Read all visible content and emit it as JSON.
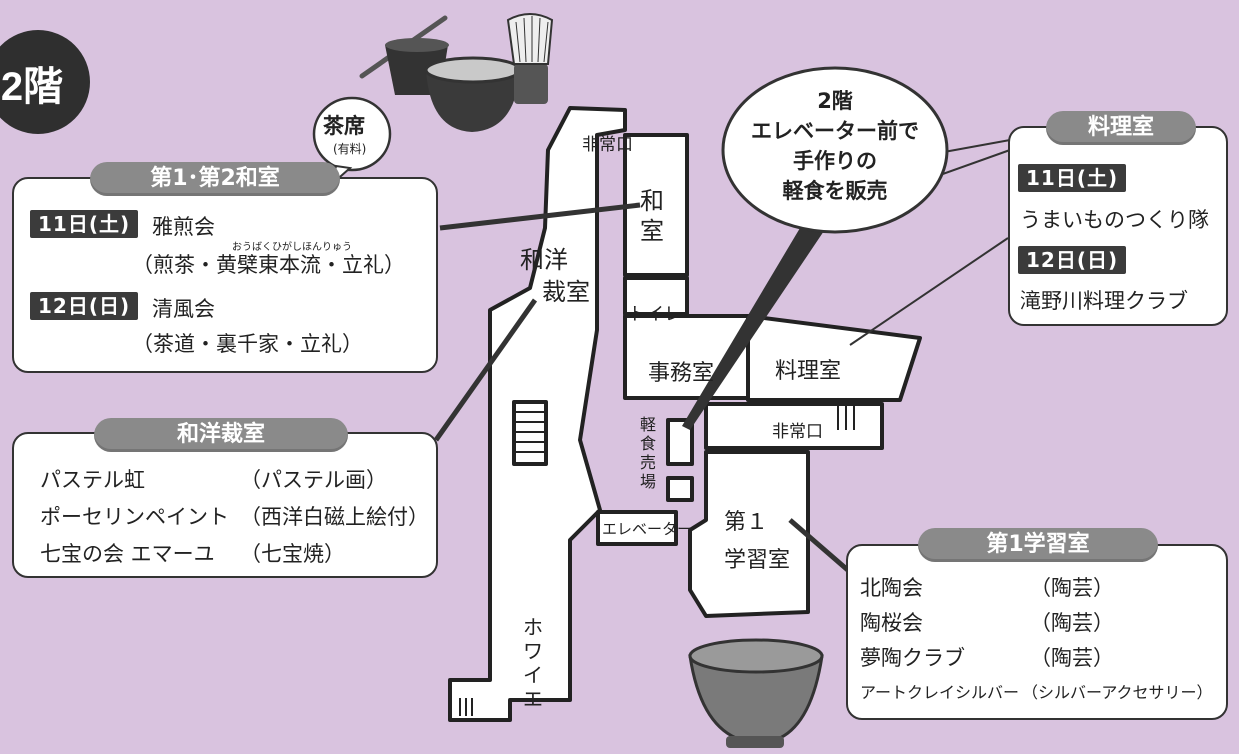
{
  "floor_badge": "2階",
  "chaseki": {
    "main": "茶席",
    "sub": "(有料)"
  },
  "panels": {
    "washitsu": {
      "title": "第1･第2和室",
      "rows": [
        {
          "day": "11日(土)",
          "group": "雅煎会",
          "ruby": "おうばくひがしほんりゅう",
          "detail": "（煎茶・黄檗東本流・立礼）"
        },
        {
          "day": "12日(日)",
          "group": "清風会",
          "detail": "（茶道・裏千家・立礼）"
        }
      ]
    },
    "wayou": {
      "title": "和洋裁室",
      "rows": [
        {
          "group": "パステル虹",
          "detail": "（パステル画）"
        },
        {
          "group": "ポーセリンペイント",
          "detail": "（西洋白磁上絵付）"
        },
        {
          "group": "七宝の会 エマーユ",
          "detail": "（七宝焼）"
        }
      ]
    },
    "ryouri": {
      "title": "料理室",
      "rows": [
        {
          "day": "11日(土)",
          "group": "うまいものつくり隊"
        },
        {
          "day": "12日(日)",
          "group": "滝野川料理クラブ"
        }
      ]
    },
    "gakushu": {
      "title": "第1学習室",
      "rows": [
        {
          "group": "北陶会",
          "detail": "（陶芸）"
        },
        {
          "group": "陶桜会",
          "detail": "（陶芸）"
        },
        {
          "group": "夢陶クラブ",
          "detail": "（陶芸）"
        },
        {
          "group": "アートクレイシルバー",
          "detail": "（シルバーアクセサリー）"
        }
      ]
    }
  },
  "callout": {
    "line1": "2階",
    "line2": "エレベーター前で",
    "line3": "手作りの",
    "line4": "軽食を販売"
  },
  "rooms": {
    "hijouguchi_top": "非常口",
    "washitsu": "和\n室",
    "wayou_line1": "和洋",
    "wayou_line2": "裁室",
    "toilet": "トイレ",
    "jimushitsu": "事務室",
    "ryourishitsu": "料理室",
    "hijouguchi_right": "非常口",
    "keishoku": "軽\n食\n売\n場",
    "elevator": "エレベーター",
    "gakushu_line1": "第１",
    "gakushu_line2": "学習室",
    "foyer": "ホ\nワ\nイ\nエ"
  },
  "colors": {
    "background": "#d9c3df",
    "title_bar": "#8a8a8a",
    "badge": "#3b3b3b"
  }
}
